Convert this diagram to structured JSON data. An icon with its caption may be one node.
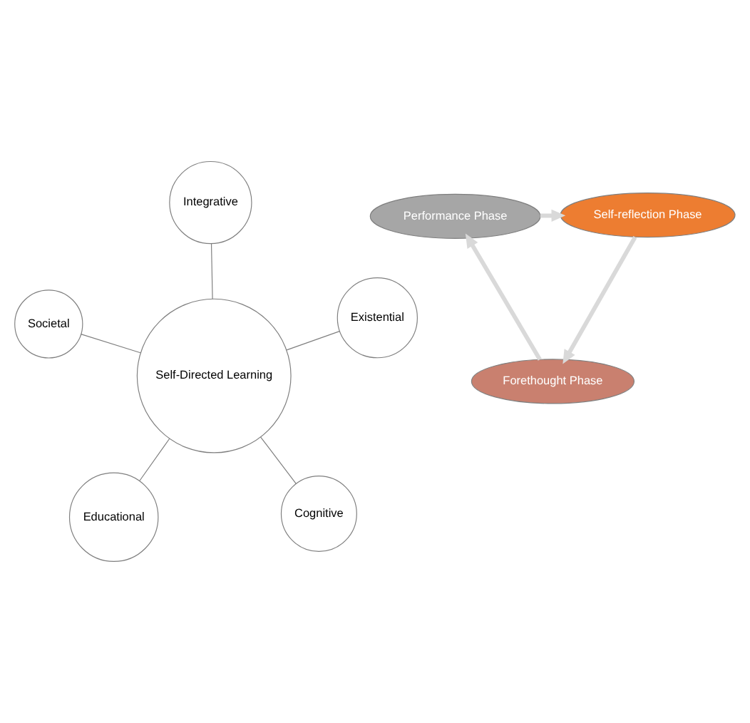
{
  "diagram": {
    "nodes": [
      {
        "text": [
          "Educational"
        ]
      },
      {
        "text": [
          "Cognitive"
        ]
      },
      {
        "text": [
          "Performance Phase"
        ]
      },
      {
        "text": [
          "Self-reflection Phase"
        ]
      },
      {
        "text": [
          "Self-Directed Learning"
        ]
      },
      {
        "text": [
          "Integrative"
        ]
      },
      {
        "text": [
          "Existential"
        ]
      },
      {
        "text": [
          "Forethought Phase"
        ]
      },
      {
        "text": [
          "Societal"
        ]
      }
    ],
    "edges": [
      {
        "from": 0,
        "to": 4,
        "arrow": "none"
      },
      {
        "from": 1,
        "to": 4,
        "arrow": "none"
      },
      {
        "from": 5,
        "to": 4,
        "arrow": "none"
      },
      {
        "from": 8,
        "to": 4,
        "arrow": "none"
      },
      {
        "from": 6,
        "to": 4,
        "arrow": "none"
      },
      {
        "from": 2,
        "to": 3,
        "arrow": "to",
        "style": "thick",
        "color": "#d9d9d9"
      },
      {
        "from": 3,
        "to": 7,
        "arrow": "to",
        "style": "thick",
        "color": "#d9d9d9"
      },
      {
        "from": 7,
        "to": 2,
        "arrow": "to",
        "style": "thick",
        "color": "#d9d9d9"
      }
    ]
  }
}
